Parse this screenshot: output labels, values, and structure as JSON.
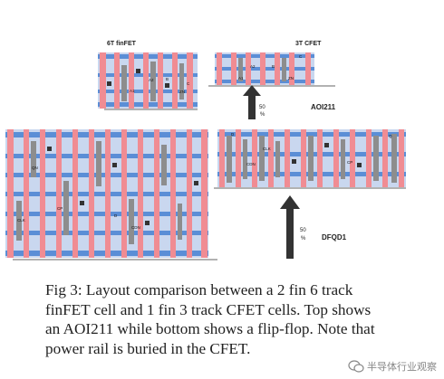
{
  "diagram": {
    "top_left_title": "6T finFET",
    "top_right_title": "3T CFET",
    "top_row_label": "AOI211",
    "bottom_row_label": "DFQD1",
    "arrow_labels": [
      {
        "value": "50",
        "unit": "%"
      },
      {
        "value": "50",
        "unit": "%"
      }
    ],
    "pin_labels": [
      "A1",
      "A2",
      "B",
      "ZN",
      "C",
      "A2",
      "A1",
      "ZN",
      "B",
      "C",
      "QN",
      "CP",
      "CLK",
      "D",
      "CDN",
      "Q",
      "CDN",
      "D",
      "CLK",
      "CP"
    ]
  },
  "caption": {
    "line1": "Fig 3: Layout comparison between a 2 fin 6 track",
    "line2": "finFET cell and 1 fin 3 track CFET cells. Top shows",
    "line3": "an AOI211 while bottom shows a flip-flop. Note that",
    "line4": "power rail is buried in the CFET."
  },
  "watermark": "半导体行业观察"
}
